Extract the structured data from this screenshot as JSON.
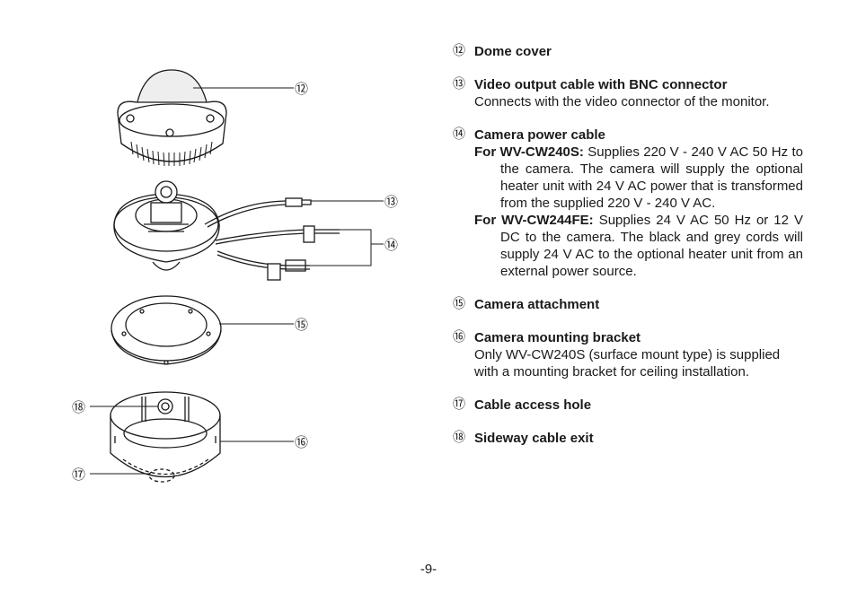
{
  "callouts": {
    "c12": "⑫",
    "c13": "⑬",
    "c14": "⑭",
    "c15": "⑮",
    "c16": "⑯",
    "c17": "⑰",
    "c18": "⑱"
  },
  "items": {
    "i12": {
      "num": "⑫",
      "title": "Dome cover"
    },
    "i13": {
      "num": "⑬",
      "title": "Video output cable with BNC connector",
      "desc": "Connects with the video connector of the monitor."
    },
    "i14": {
      "num": "⑭",
      "title": "Camera power cable",
      "s1_head": "For WV-CW240S:",
      "s1_text": " Supplies 220 V - 240 V AC 50 Hz to the camera.  The camera will supply the optional heater unit with 24 V AC power that is transformed from the  supplied 220 V - 240 V AC.",
      "s2_head": "For WV-CW244FE:",
      "s2_text": " Supplies 24 V AC 50 Hz or 12 V DC to the camera. The black and grey cords will supply 24 V AC to the optional heater unit from an external power source."
    },
    "i15": {
      "num": "⑮",
      "title": "Camera attachment"
    },
    "i16": {
      "num": "⑯",
      "title": "Camera mounting bracket",
      "desc": "Only WV-CW240S (surface mount type) is supplied with a mounting bracket for ceiling installation."
    },
    "i17": {
      "num": "⑰",
      "title": "Cable access hole"
    },
    "i18": {
      "num": "⑱",
      "title": "Sideway cable exit"
    }
  },
  "page_number": "-9-"
}
